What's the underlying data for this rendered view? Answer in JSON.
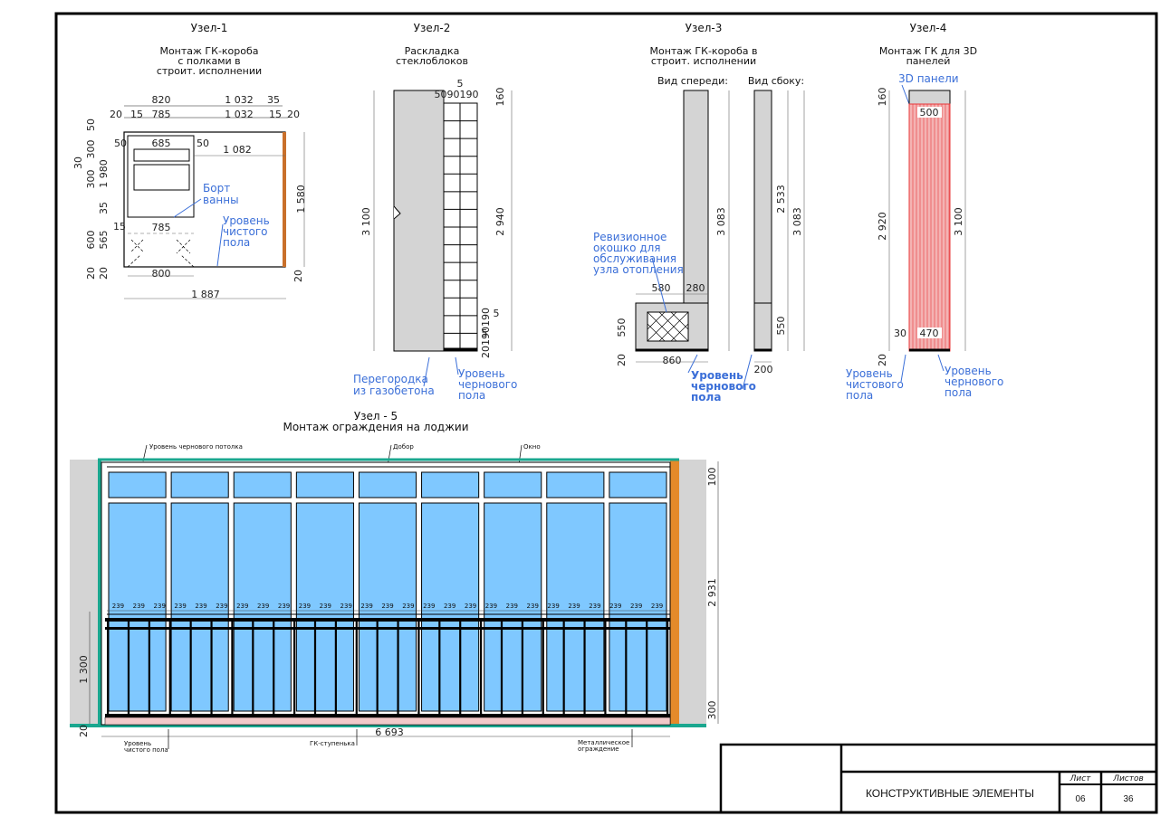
{
  "nodes": {
    "n1": {
      "title": "Узел-1",
      "caption": [
        "Монтаж ГК-короба",
        "с полками в",
        "строит. исполнении"
      ],
      "dims": {
        "top1": "820",
        "top2": "1 032",
        "top3": "35",
        "r1_a": "20",
        "r1_b": "15",
        "r1_c": "785",
        "r1_d": "1 032",
        "r1_e": "15",
        "r1_f": "20",
        "shelf": "685",
        "s50a": "50",
        "s50b": "50",
        "w1082": "1 082",
        "w785": "785",
        "w800": "800",
        "w1887": "1 887",
        "h1580": "1 580",
        "h20r": "20",
        "v50": "50",
        "v300a": "300",
        "v30": "30",
        "v300b": "300",
        "v980": "1 980",
        "v35": "35",
        "v600": "600",
        "v565": "565",
        "v15": "15",
        "v20a": "20",
        "v20b": "20"
      },
      "label_bort": [
        "Борт",
        "ванны"
      ],
      "label_level": [
        "Уровень",
        "чистого",
        "пола"
      ]
    },
    "n2": {
      "title": "Узел-2",
      "caption": [
        "Раскладка",
        "стеклоблоков"
      ],
      "dims": {
        "d5": "5",
        "d5090190": "5090190",
        "d160": "160",
        "d3100": "3 100",
        "d2940": "2 940",
        "d5b": "5",
        "d190190": "20190190",
        "d5c": "5",
        "d5d": "5"
      },
      "label_wall": [
        "Перегородка",
        "из газобетона"
      ],
      "label_level": [
        "Уровень",
        "чернового",
        "пола"
      ]
    },
    "n3": {
      "title": "Узел-3",
      "caption": [
        "Монтаж ГК-короба в",
        "строит. исполнении"
      ],
      "view_front": "Вид спереди:",
      "view_side": "Вид сбоку:",
      "dims": {
        "d580": "580",
        "d280": "280",
        "d550": "550",
        "d20": "20",
        "d860": "860",
        "d3083": "3 083",
        "d2533": "2 533",
        "d3083b": "3 083",
        "d550b": "550",
        "d200": "200"
      },
      "label_rev": [
        "Ревизионное",
        "окошко для",
        "обслуживания",
        "узла отопления"
      ],
      "label_level": [
        "Уровень",
        "чернового",
        "пола"
      ]
    },
    "n4": {
      "title": "Узел-4",
      "caption": [
        "Монтаж ГК для 3D",
        "панелей"
      ],
      "label_panel": "3D панели",
      "dims": {
        "d160": "160",
        "d500": "500",
        "d2920": "2 920",
        "d3100": "3 100",
        "d30": "30",
        "d470": "470",
        "d20": "20"
      },
      "label_level_clean": [
        "Уровень",
        "чистового",
        "пола"
      ],
      "label_level_rough": [
        "Уровень",
        "чернового",
        "пола"
      ]
    },
    "n5": {
      "title": "Узел - 5",
      "caption": "Монтаж ограждения на лоджии",
      "label_ceiling": "Уровень чернового потолка",
      "label_dobor": "Добор",
      "label_window": "Окно",
      "label_floor": [
        "Уровень",
        "чистого пола"
      ],
      "label_step": "ГК-ступенька",
      "label_fence": [
        "Металлическое",
        "ограждение"
      ],
      "spacing": "239",
      "width": "6 693",
      "d100": "100",
      "d2931": "2 931",
      "d1300": "1 300",
      "d300": "300",
      "d20": "20"
    }
  },
  "title_block": {
    "label": "КОНСТРУКТИВНЫЕ ЭЛЕМЕНТЫ",
    "sheet_label": "Лист",
    "sheets_label": "Листов",
    "sheet": "06",
    "sheets": "36"
  },
  "colors": {
    "glass": "#7fc8ff",
    "wall": "#d4d4d4",
    "red_panel": "#e8383b",
    "green_line": "#1aa78f",
    "orange": "#e48a2a",
    "accent": "#3b6fd8"
  }
}
